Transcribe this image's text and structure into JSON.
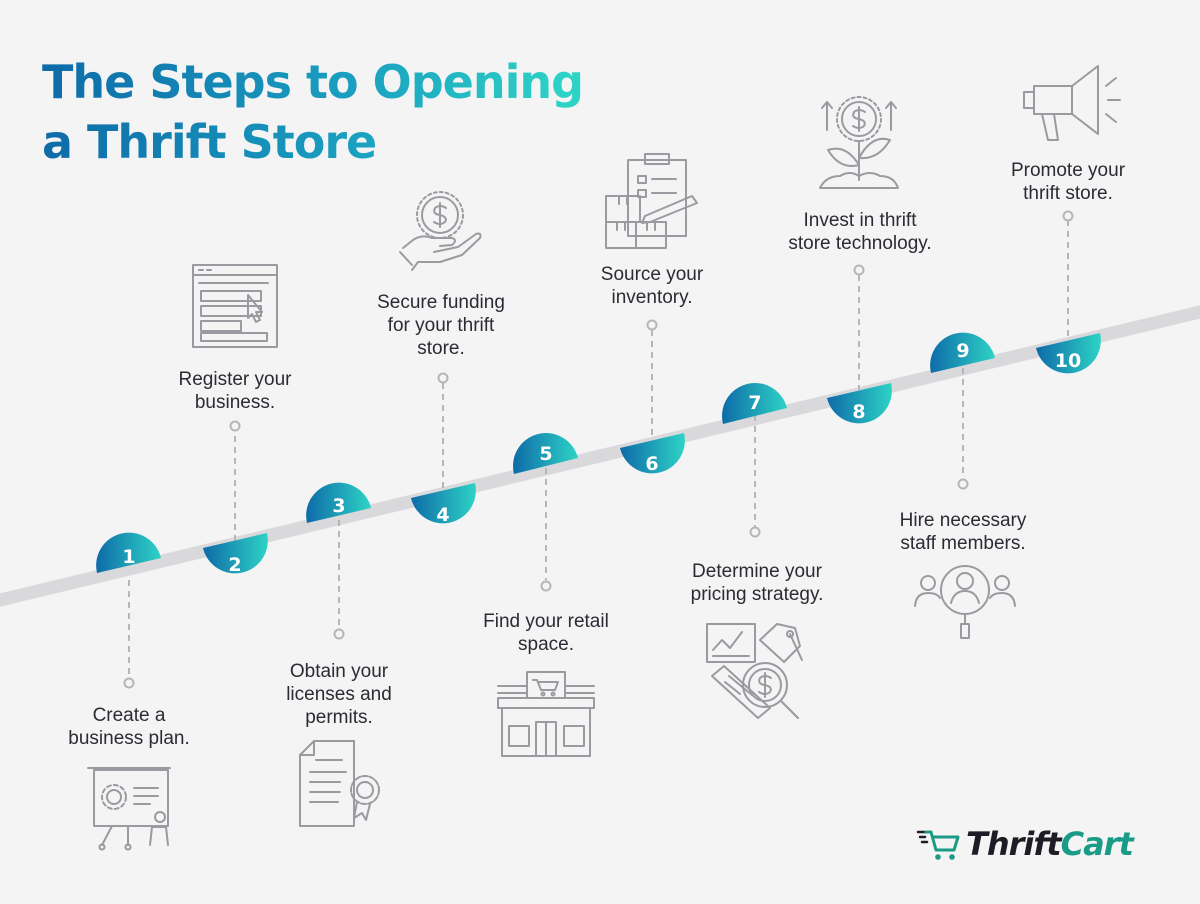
{
  "title": {
    "line1": "The Steps to Opening",
    "line2": "a Thrift Store"
  },
  "steps": [
    {
      "number": "1",
      "line1": "Create a",
      "line2": "business plan.",
      "line3": "",
      "icon": "presentation-board-icon"
    },
    {
      "number": "2",
      "line1": "Register your",
      "line2": "business.",
      "line3": "",
      "icon": "web-form-cursor-icon"
    },
    {
      "number": "3",
      "line1": "Obtain your",
      "line2": "licenses and",
      "line3": "permits.",
      "icon": "certificate-document-icon"
    },
    {
      "number": "4",
      "line1": "Secure funding",
      "line2": "for your thrift",
      "line3": "store.",
      "icon": "hand-dollar-coin-icon"
    },
    {
      "number": "5",
      "line1": "Find your retail",
      "line2": "space.",
      "line3": "",
      "icon": "storefront-cart-icon"
    },
    {
      "number": "6",
      "line1": "Source your",
      "line2": "inventory.",
      "line3": "",
      "icon": "boxes-clipboard-icon"
    },
    {
      "number": "7",
      "line1": "Determine your",
      "line2": "pricing strategy.",
      "line3": "",
      "icon": "pricing-analysis-icon"
    },
    {
      "number": "8",
      "line1": "Invest in thrift",
      "line2": "store technology.",
      "line3": "",
      "icon": "plant-dollar-growth-icon"
    },
    {
      "number": "9",
      "line1": "Hire necessary",
      "line2": "staff members.",
      "line3": "",
      "icon": "people-search-icon"
    },
    {
      "number": "10",
      "line1": "Promote your",
      "line2": "thrift store.",
      "line3": "",
      "icon": "megaphone-icon"
    }
  ],
  "logo": {
    "part1": "Thrift",
    "part2": "Cart",
    "icon": "shopping-cart-icon"
  },
  "colors": {
    "gradient_start": "#0e6ba8",
    "gradient_end": "#2ed3c6",
    "line": "#d9d9dc",
    "icon_stroke": "#9a9aa0",
    "text": "#2b2b33",
    "logo_green": "#1a9b86"
  }
}
